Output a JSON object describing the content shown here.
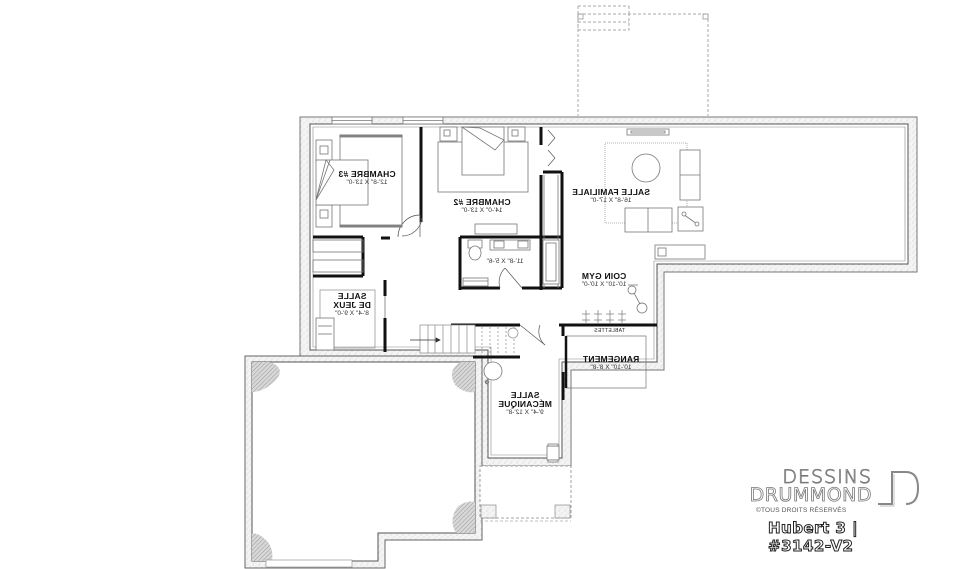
{
  "plan": {
    "type": "basement floor plan",
    "text_orientation": "mirrored"
  },
  "rooms": [
    {
      "id": "chambre3",
      "name": "CHAMBRE #3",
      "dimensions": "12'-8\" X 13'-0\""
    },
    {
      "id": "chambre2",
      "name": "CHAMBRE #2",
      "dimensions": "14'-0\" X 13'-0\""
    },
    {
      "id": "salle_familiale",
      "name": "SALLE FAMILIALE",
      "dimensions": "16'-8\" X 17'-0\""
    },
    {
      "id": "salle_de_bain",
      "name": "",
      "dimensions": "11'-8\" X 5'-6\""
    },
    {
      "id": "coin_gym",
      "name": "COIN GYM",
      "dimensions": "10'-10\" X 10'-0\""
    },
    {
      "id": "salle_de_jeux",
      "name_line1": "SALLE",
      "name_line2": "DE JEUX",
      "dimensions": "8'-4\" X 9'-0\""
    },
    {
      "id": "rangement",
      "name": "RANGEMENT",
      "dimensions": "10'-10\" X 8'-8\""
    },
    {
      "id": "salle_mecanique",
      "name_line1": "SALLE",
      "name_line2": "MÉCANIQUE",
      "dimensions": "9'-4\" X 12'-8\""
    }
  ],
  "labels": {
    "tablettes": "TABLETTES"
  },
  "branding": {
    "line1": "DESSINS",
    "line2": "DRUMMOND",
    "rights": "©TOUS DROITS RÉSERVÉS",
    "plan_title": "Hubert 3 | #3142-V2"
  },
  "colors": {
    "wall": "#111111",
    "foundation_fill": "#eeeeee",
    "line": "#666666",
    "hatch": "#bbbbbb",
    "background": "#ffffff"
  }
}
